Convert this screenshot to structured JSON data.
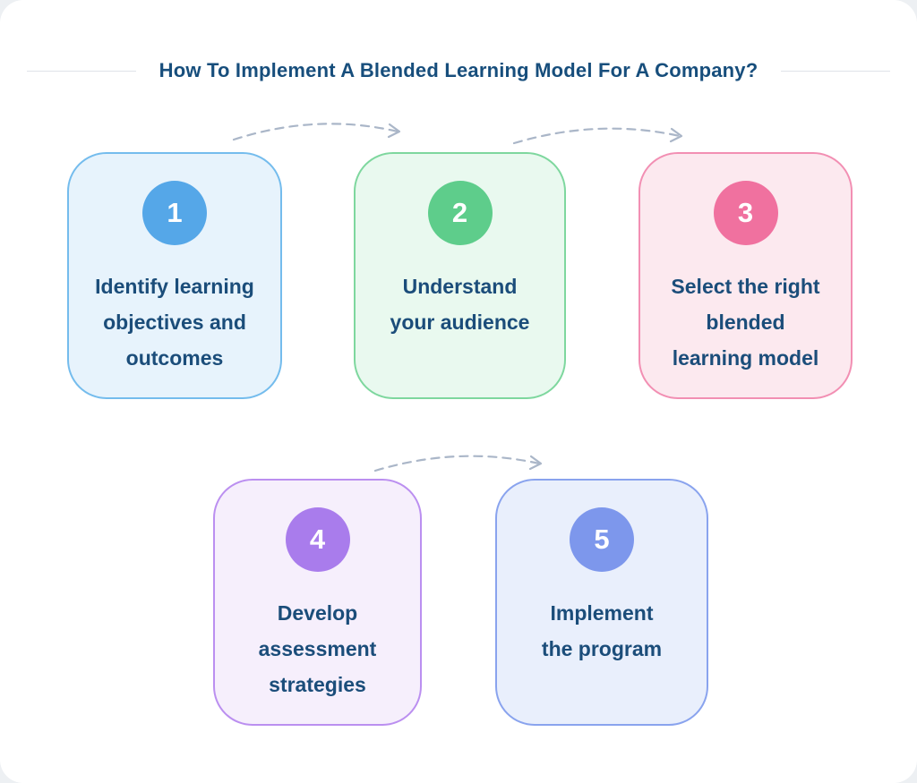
{
  "header": {
    "title": "How To Implement A Blended Learning Model For A Company?",
    "title_color": "#174e7c"
  },
  "text_color": "#1b4d7a",
  "arrow_color": "#aab6c8",
  "page_background": "#edf0f3",
  "canvas_background": "#ffffff",
  "steps": [
    {
      "number": "1",
      "label": "Identify learning\nobjectives and\noutcomes",
      "card_bg": "#e7f3fc",
      "card_border": "#74bced",
      "circle_color": "#55a7e8"
    },
    {
      "number": "2",
      "label": "Understand\nyour audience",
      "card_bg": "#e9f9ef",
      "card_border": "#7ed79e",
      "circle_color": "#5ecd8b"
    },
    {
      "number": "3",
      "label": "Select the right\nblended\nlearning model",
      "card_bg": "#fce9ef",
      "card_border": "#f28fb3",
      "circle_color": "#f0719f"
    },
    {
      "number": "4",
      "label": "Develop\nassessment\nstrategies",
      "card_bg": "#f6effc",
      "card_border": "#bb8ff0",
      "circle_color": "#a97cec"
    },
    {
      "number": "5",
      "label": "Implement\nthe program",
      "card_bg": "#e9effc",
      "card_border": "#89a3ee",
      "circle_color": "#7d97ec"
    }
  ]
}
